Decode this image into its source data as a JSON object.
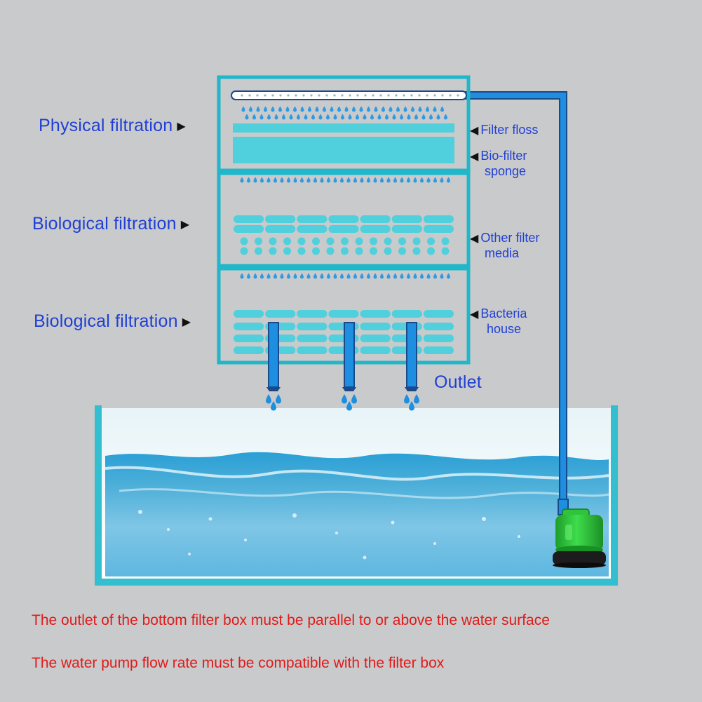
{
  "labels": {
    "physical": "Physical filtration",
    "biological_1": "Biological filtration",
    "biological_2": "Biological filtration",
    "filter_floss": "Filter floss",
    "bio_filter_sponge_1": "Bio-filter",
    "bio_filter_sponge_2": "sponge",
    "other_media_1": "Other filter",
    "other_media_2": "media",
    "bacteria_house_1": "Bacteria",
    "bacteria_house_2": "house",
    "outlet": "Outlet"
  },
  "notes": [
    "The outlet of the bottom filter box must be parallel to or above the water surface",
    "The water pump flow rate must be compatible with the filter box"
  ],
  "colors": {
    "background": "#c9cacb",
    "box_stroke": "#1fb7c9",
    "media": "#4fd0dc",
    "pipe": "#1e8fe0",
    "pipe_outline": "#1b4a8a",
    "label_blue": "#1f3fd6",
    "note_red": "#e01b1b",
    "pump_green": "#2fc43a"
  },
  "icons": [
    "pump-icon",
    "water-drop-icon",
    "arrow-right-icon",
    "arrow-left-icon"
  ]
}
